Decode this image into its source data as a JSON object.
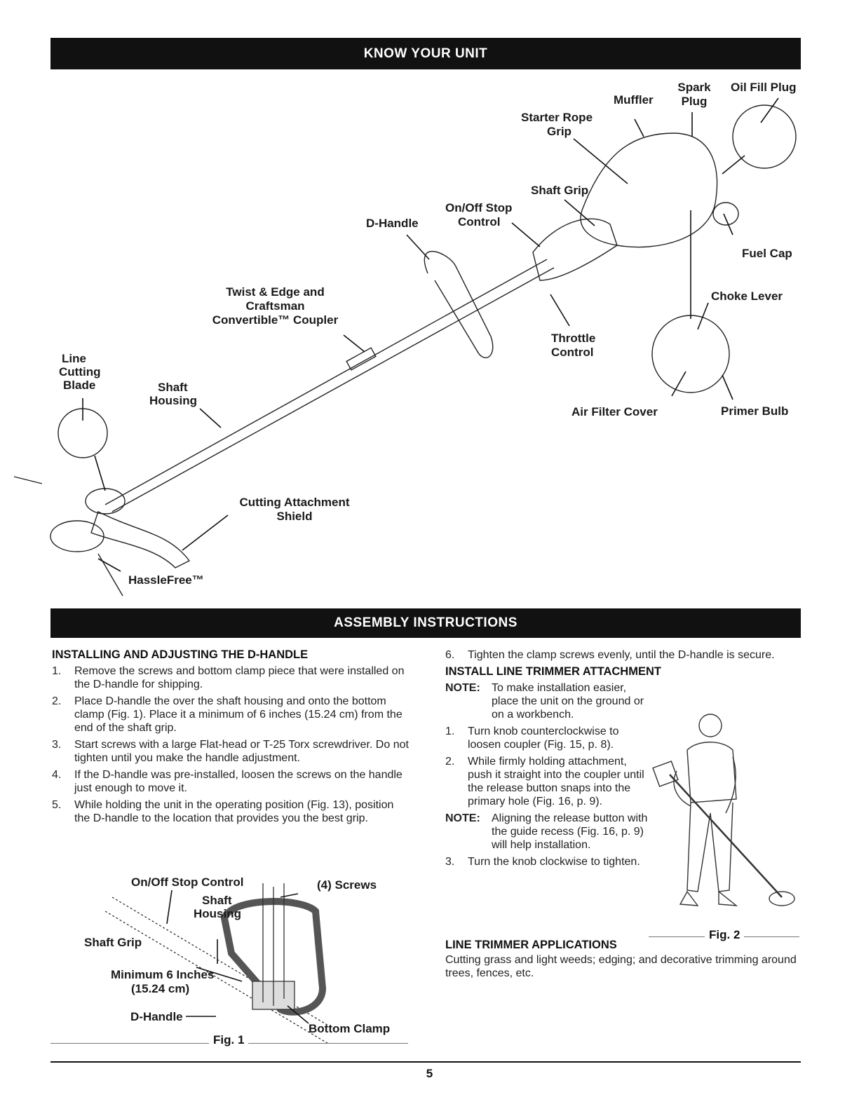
{
  "sections": {
    "know_title": "KNOW YOUR UNIT",
    "assembly_title": "ASSEMBLY INSTRUCTIONS"
  },
  "diagram_labels": {
    "spark": "Spark",
    "plug": "Plug",
    "oil_fill_plug": "Oil Fill Plug",
    "muffler": "Muffler",
    "starter_rope": "Starter Rope",
    "grip": "Grip",
    "shaft_grip": "Shaft Grip",
    "on_off_stop": "On/Off Stop",
    "control": "Control",
    "d_handle": "D-Handle",
    "fuel_cap": "Fuel Cap",
    "choke_lever": "Choke Lever",
    "twist_edge": "Twist & Edge and",
    "craftsman": "Craftsman",
    "convertible": "Convertible™ Coupler",
    "throttle": "Throttle",
    "throttle_control": "Control",
    "line": "Line",
    "cutting": "Cutting",
    "blade": "Blade",
    "shaft": "Shaft",
    "housing": "Housing",
    "air_filter_cover": "Air Filter Cover",
    "primer_bulb": "Primer Bulb",
    "cutting_attachment": "Cutting Attachment",
    "shield": "Shield",
    "hasslefree": "HassleFree™"
  },
  "left_column": {
    "heading": "INSTALLING AND ADJUSTING THE D-HANDLE",
    "steps": [
      {
        "n": "1.",
        "text": "Remove the screws and bottom clamp piece that were installed on the D-handle for shipping."
      },
      {
        "n": "2.",
        "text": "Place D-handle the over the shaft housing and onto the bottom clamp (Fig. 1). Place it a minimum of 6 inches (15.24 cm) from the end of the shaft grip."
      },
      {
        "n": "3.",
        "text": "Start screws with a large Flat-head or T-25 Torx screwdriver. Do not tighten until you make the handle adjustment."
      },
      {
        "n": "4.",
        "text": "If the D-handle was pre-installed, loosen the screws on the handle just enough to move it."
      },
      {
        "n": "5.",
        "text": "While holding the unit in the operating position (Fig. 13), position the D-handle to the location that provides you the best grip."
      }
    ]
  },
  "fig1": {
    "on_off_stop_control": "On/Off Stop Control",
    "screws": "(4) Screws",
    "shaft": "Shaft",
    "housing": "Housing",
    "shaft_grip": "Shaft Grip",
    "minimum": "Minimum 6 Inches",
    "cm": "(15.24 cm)",
    "d_handle": "D-Handle",
    "bottom_clamp": "Bottom Clamp",
    "caption": "Fig. 1"
  },
  "right_column": {
    "step6_n": "6.",
    "step6": "Tighten the clamp screws evenly, until the D-handle is secure.",
    "heading": "INSTALL LINE TRIMMER ATTACHMENT",
    "note_label": "NOTE:",
    "note1": "To make installation easier, place the unit on the ground or on a workbench.",
    "steps": [
      {
        "n": "1.",
        "text": "Turn knob counterclockwise to loosen coupler (Fig. 15, p. 8)."
      },
      {
        "n": "2.",
        "text": "While firmly holding attachment, push it straight into the coupler until the release button snaps into the primary hole (Fig. 16, p. 9)."
      }
    ],
    "note2": "Aligning the release button with the guide recess (Fig. 16, p. 9) will help installation.",
    "step3_n": "3.",
    "step3": "Turn the knob clockwise to tighten.",
    "app_heading": "LINE TRIMMER APPLICATIONS",
    "app_text": "Cutting grass and light weeds; edging; and decorative trimming around trees, fences, etc.",
    "fig2_caption": "Fig. 2"
  },
  "page_number": "5"
}
